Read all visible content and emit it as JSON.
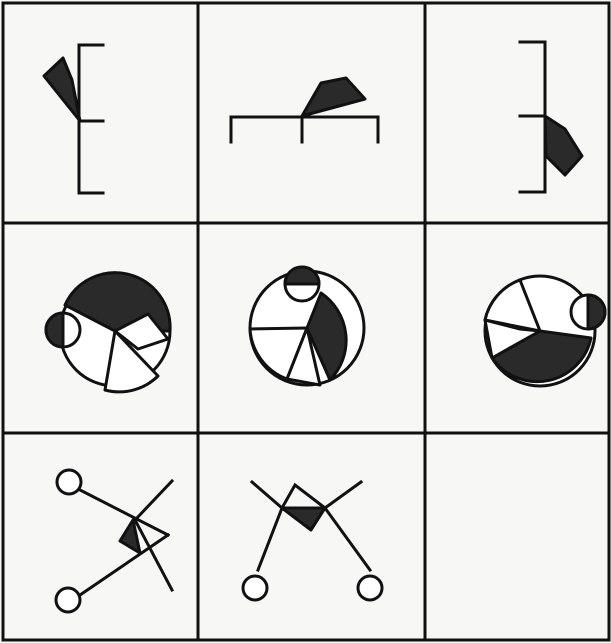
{
  "puzzle": {
    "rows": 3,
    "cols": 3,
    "colors": {
      "ink": "#111111",
      "fill": "#2a2a2a",
      "paper": "#f7f7f5"
    },
    "cells": [
      {
        "id": "r1c1",
        "figure": "bracket-right-with-shaded-flag-left"
      },
      {
        "id": "r1c2",
        "figure": "bracket-up-with-shaded-flag-top"
      },
      {
        "id": "r1c3",
        "figure": "bracket-left-with-shaded-flag-right"
      },
      {
        "id": "r2c1",
        "figure": "circle-sectors-small-circle-left"
      },
      {
        "id": "r2c2",
        "figure": "circle-sectors-small-circle-top"
      },
      {
        "id": "r2c3",
        "figure": "circle-sectors-small-circle-right"
      },
      {
        "id": "r3c1",
        "figure": "lines-two-circles-left-shaded-triangle"
      },
      {
        "id": "r3c2",
        "figure": "lines-two-circles-bottom-shaded-triangle"
      },
      {
        "id": "r3c3",
        "figure": "empty-missing-answer"
      }
    ]
  }
}
